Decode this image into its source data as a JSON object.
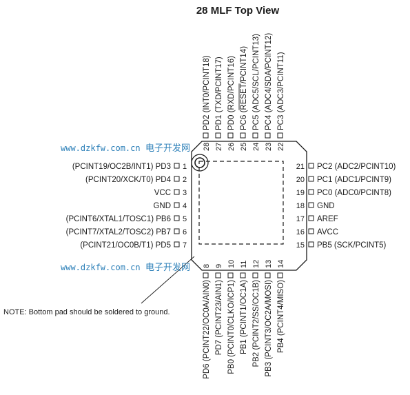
{
  "title": "28 MLF Top View",
  "note": "NOTE:  Bottom pad should be soldered to ground.",
  "watermark": {
    "url": "www.dzkfw.com.cn",
    "cn": "电子开发网",
    "color": "#2b7fb8"
  },
  "pins": {
    "left": [
      {
        "num": "1",
        "label": "(PCINT19/OC2B/INT1) PD3"
      },
      {
        "num": "2",
        "label": "(PCINT20/XCK/T0) PD4"
      },
      {
        "num": "3",
        "label": "VCC"
      },
      {
        "num": "4",
        "label": "GND"
      },
      {
        "num": "5",
        "label": "(PCINT6/XTAL1/TOSC1) PB6"
      },
      {
        "num": "6",
        "label": "(PCINT7/XTAL2/TOSC2) PB7"
      },
      {
        "num": "7",
        "label": "(PCINT21/OC0B/T1) PD5"
      }
    ],
    "right": [
      {
        "num": "21",
        "label": "PC2 (ADC2/PCINT10)"
      },
      {
        "num": "20",
        "label": "PC1 (ADC1/PCINT9)"
      },
      {
        "num": "19",
        "label": "PC0 (ADC0/PCINT8)"
      },
      {
        "num": "18",
        "label": "GND"
      },
      {
        "num": "17",
        "label": "AREF"
      },
      {
        "num": "16",
        "label": "AVCC"
      },
      {
        "num": "15",
        "label": "PB5 (SCK/PCINT5)"
      }
    ],
    "top": [
      {
        "num": "28",
        "label": "PD2 (INT0/PCINT18)"
      },
      {
        "num": "27",
        "label": "PD1 (TXD/PCINT17)"
      },
      {
        "num": "26",
        "label": "PD0 (RXD/PCINT16)"
      },
      {
        "num": "25",
        "label": "PC6 (RESET/PCINT14)",
        "overline": "RESET"
      },
      {
        "num": "24",
        "label": "PC5 (ADC5/SCL/PCINT13)"
      },
      {
        "num": "23",
        "label": "PC4 (ADC4/SDA/PCINT12)"
      },
      {
        "num": "22",
        "label": "PC3 (ADC3/PCINT11)"
      }
    ],
    "bottom": [
      {
        "num": "8",
        "label": "PD6 (PCINT22/OC0A/AIN0)"
      },
      {
        "num": "9",
        "label": "PD7 (PCINT23/AIN1)"
      },
      {
        "num": "10",
        "label": "PB0 (PCINT0/CLKO/ICP1)"
      },
      {
        "num": "11",
        "label": "PB1 (PCINT1/OC1A)"
      },
      {
        "num": "12",
        "label": "PB2 (PCINT2/SS/OC1B)"
      },
      {
        "num": "13",
        "label": "PB3 (PCINT3/OC2A/MOSI)"
      },
      {
        "num": "14",
        "label": "PB4 (PCINT4/MISO)"
      }
    ]
  }
}
